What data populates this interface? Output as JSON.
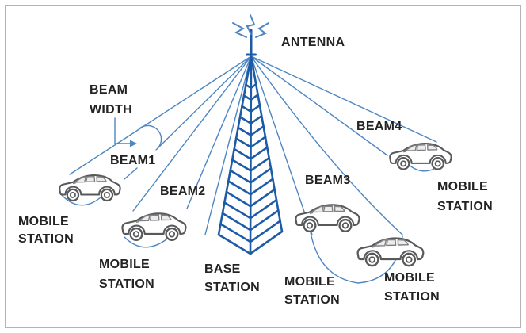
{
  "labels": {
    "antenna": "ANTENNA",
    "beam_width": [
      "BEAM",
      "WIDTH"
    ],
    "beam1": "BEAM1",
    "beam2": "BEAM2",
    "beam3": "BEAM3",
    "beam4": "BEAM4",
    "base_station": [
      "BASE",
      "STATION"
    ],
    "mobile_station": [
      "MOBILE",
      "STATION"
    ]
  },
  "colors": {
    "bg": "#ffffff",
    "border": "#b3b3b3",
    "beam": "#4d86c3",
    "tower": "#1e5ba7",
    "text": "#232323",
    "car": "#58595b",
    "car_light": "#808184"
  },
  "icons": [
    "radio-waves-icon",
    "antenna-mast-icon",
    "lattice-tower-icon",
    "car-icon",
    "beam-width-arrow-icon"
  ]
}
